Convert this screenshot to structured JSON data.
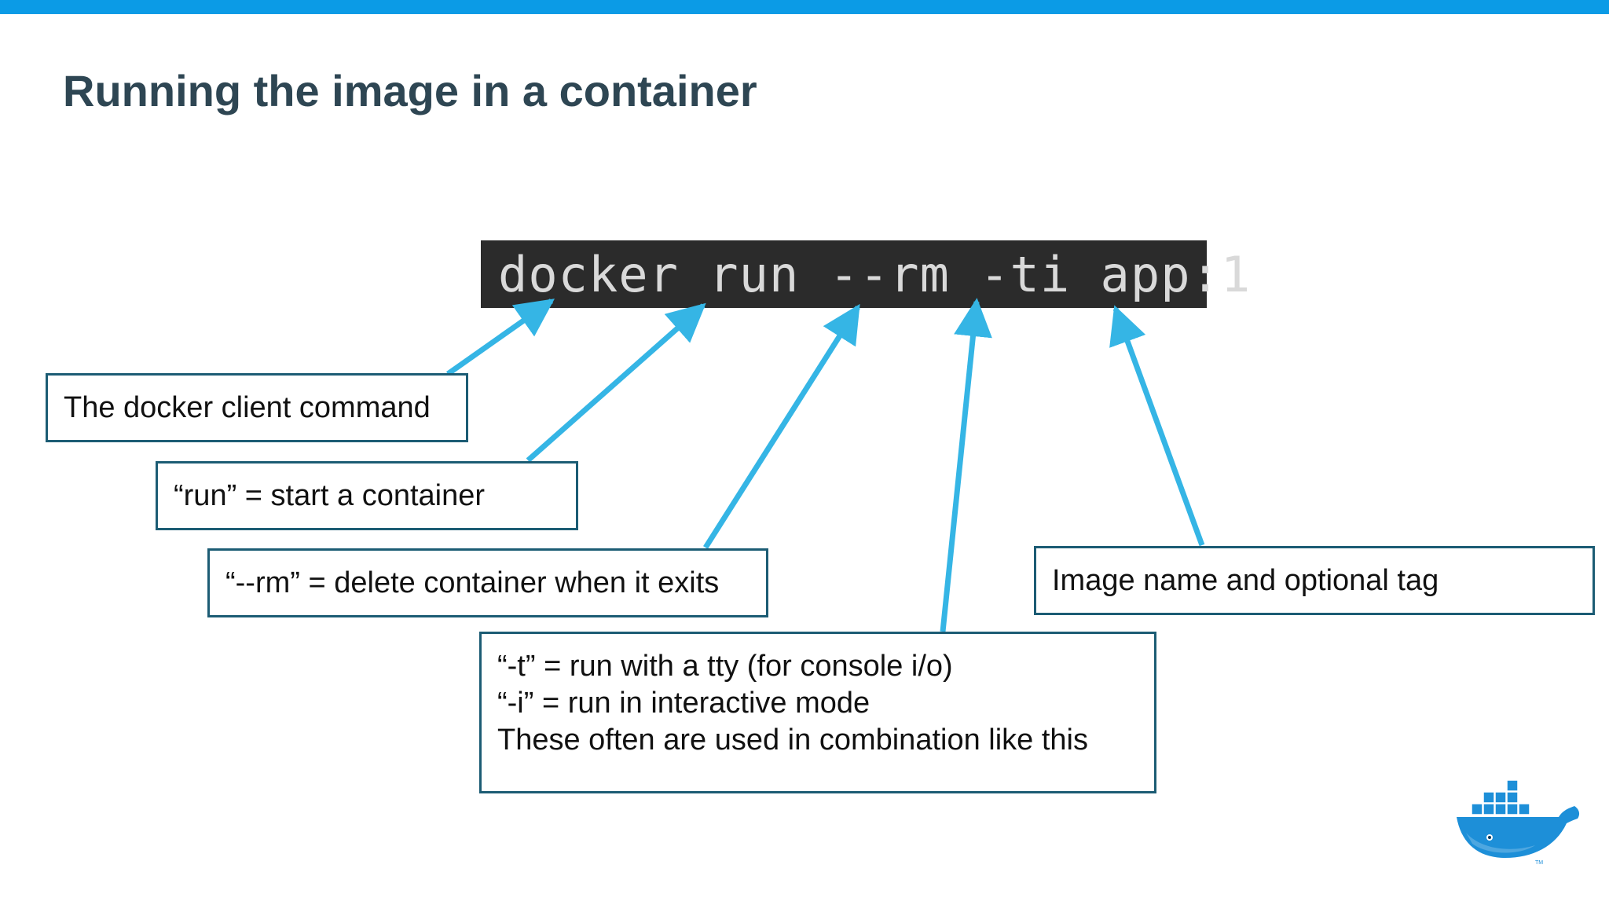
{
  "slide": {
    "title": "Running the image in a container"
  },
  "command": {
    "text": "docker run --rm -ti app:1"
  },
  "callouts": {
    "client": "The docker client command",
    "run": "“run” = start a container",
    "rm": "“--rm” = delete container when it exits",
    "image": "Image name and optional tag",
    "ti_line1": "“-t” = run with a tty (for console i/o)",
    "ti_line2": "“-i” = run in interactive mode",
    "ti_line3": "These often are used in combination like this"
  },
  "colors": {
    "accent_bar": "#0b9be6",
    "arrow": "#35b5e5",
    "callout_border": "#1c5c74",
    "terminal_bg": "#2b2b2b",
    "title": "#2e4653"
  },
  "logo": {
    "icon": "docker-whale-icon",
    "trademark": "TM"
  }
}
